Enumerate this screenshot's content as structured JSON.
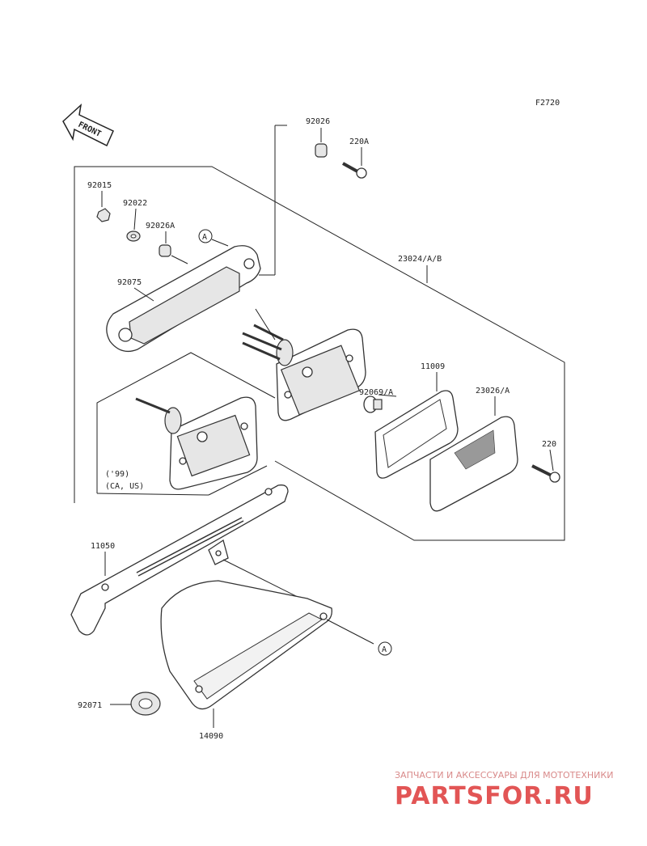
{
  "figure_code": "F2720",
  "front_arrow_label": "FRONT",
  "callout_marker": "A",
  "part_labels": {
    "p92026": "92026",
    "p220A": "220A",
    "p92015": "92015",
    "p92022": "92022",
    "p92026A": "92026A",
    "p92075": "92075",
    "p23024": "23024/A/B",
    "p11009": "11009",
    "p92069": "92069/A",
    "p23026": "23026/A",
    "p220": "220",
    "p11050": "11050",
    "p92071": "92071",
    "p14090": "14090"
  },
  "variant_note": {
    "line1": "('99)",
    "line2": "(CA, US)"
  },
  "watermark": {
    "caption": "ЗАПЧАСТИ И АКСЕССУАРЫ ДЛЯ МОТОТЕХНИКИ",
    "logo": "PARTSFOR.RU"
  }
}
